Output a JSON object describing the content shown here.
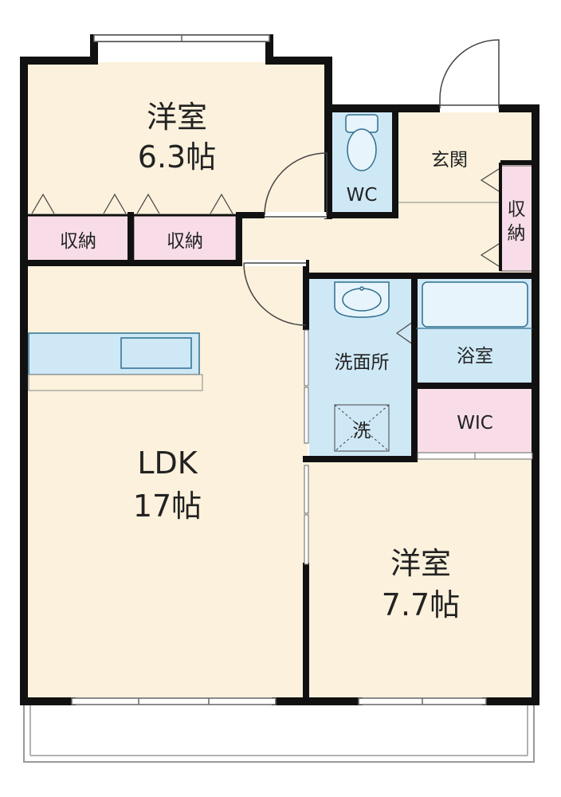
{
  "colors": {
    "room": "#fbf1dc",
    "wet": "#cfe8f6",
    "storage": "#f8dde8",
    "wall": "#111111",
    "fixture_stroke": "#2f6f8f"
  },
  "rooms": {
    "western1": {
      "name": "洋室",
      "size": "6.3帖"
    },
    "western2": {
      "name": "洋室",
      "size": "7.7帖"
    },
    "ldk": {
      "name": "LDK",
      "size": "17帖"
    },
    "wc": "WC",
    "entrance": "玄関",
    "storage_v": [
      "収",
      "納"
    ],
    "storage1": "収納",
    "storage2": "収納",
    "washroom": "洗面所",
    "washer": "洗",
    "bath": "浴室",
    "wic": "WIC"
  }
}
